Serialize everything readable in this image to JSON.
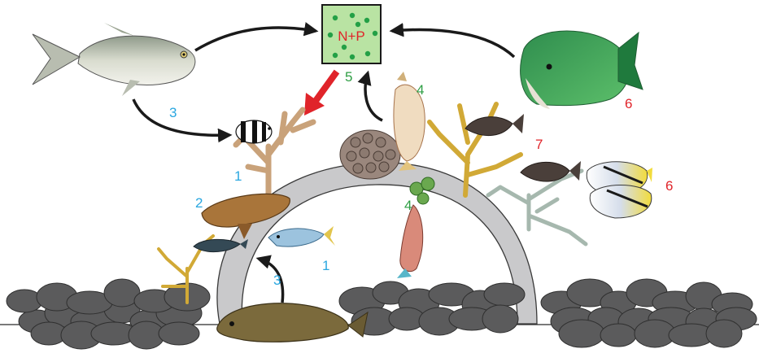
{
  "nutrient_box": {
    "label": "N+P"
  },
  "labels": [
    {
      "id": "jack-3",
      "text": "3",
      "color": "#2aa7e0"
    },
    {
      "id": "coral-1",
      "text": "1",
      "color": "#2aa7e0"
    },
    {
      "id": "table-2",
      "text": "2",
      "color": "#2aa7e0"
    },
    {
      "id": "sweeper-1",
      "text": "1",
      "color": "#2aa7e0"
    },
    {
      "id": "grouper-3",
      "text": "3",
      "color": "#2aa7e0"
    },
    {
      "id": "nutrient-5",
      "text": "5",
      "color": "#2e9e44"
    },
    {
      "id": "wrasse-4",
      "text": "4",
      "color": "#2e9e44"
    },
    {
      "id": "parrot-4",
      "text": "4",
      "color": "#2e9e44"
    },
    {
      "id": "bumphead-6",
      "text": "6",
      "color": "#e0242a"
    },
    {
      "id": "damsel-7",
      "text": "7",
      "color": "#e0242a"
    },
    {
      "id": "butterfly-6",
      "text": "6",
      "color": "#e0242a"
    }
  ],
  "colors": {
    "blue_label": "#2aa7e0",
    "green_label": "#2e9e44",
    "red_label": "#e0242a",
    "nutrient_box_fill": "#b9e3a3",
    "nutrient_dot": "#23a046",
    "arch": "#c9c9cb",
    "rock": "#5b5b5c",
    "arrow": "#1a1a1a",
    "red_arrow": "#e0242a"
  },
  "icons": [
    "trevally-fish-icon",
    "bumphead-parrotfish-icon",
    "damselfish-icon",
    "branching-coral-icon",
    "table-coral-icon",
    "massive-coral-icon",
    "fusilier-fish-icon",
    "goby-icon",
    "grouper-icon",
    "wrasse-icon",
    "parrotfish-icon",
    "algae-icon",
    "butterflyfish-icon",
    "dark-damselfish-icon",
    "nutrient-box-icon"
  ]
}
